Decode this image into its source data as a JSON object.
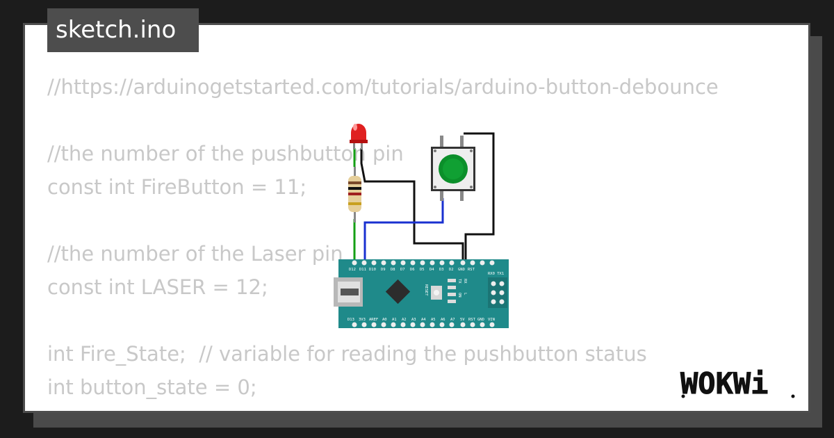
{
  "tab": {
    "title": "sketch.ino"
  },
  "code": {
    "lines": [
      "//https://arduinogetstarted.com/tutorials/arduino-button-debounce",
      "",
      "//the number of the pushbutton pin",
      "const int FireButton = 11;",
      "",
      "//the number of the Laser pin",
      "const int LASER = 12;",
      "",
      "int Fire_State;  // variable for reading the pushbutton status",
      "int button_state = 0;"
    ]
  },
  "board": {
    "top_pins": [
      "D12",
      "D11",
      "D10",
      "D9",
      "D8",
      "D7",
      "D6",
      "D5",
      "D4",
      "D3",
      "D2",
      "GND",
      "RST"
    ],
    "bottom_pins": [
      "D13",
      "3V3",
      "AREF",
      "A0",
      "A1",
      "A2",
      "A3",
      "A4",
      "A5",
      "A6",
      "A7",
      "5V",
      "RST",
      "GND",
      "VIN"
    ],
    "uart_label": "RX0 TX1",
    "reset_label": "RESET",
    "leds": [
      "TX",
      "RX",
      "ON",
      "L"
    ]
  },
  "logo": {
    "text": "WOKWi"
  },
  "colors": {
    "board": "#1f8a8a",
    "button_cap": "#0b8f2a",
    "led": "#e02020",
    "wire_blue": "#1930d0",
    "wire_green": "#14a014",
    "wire_black": "#111111"
  }
}
